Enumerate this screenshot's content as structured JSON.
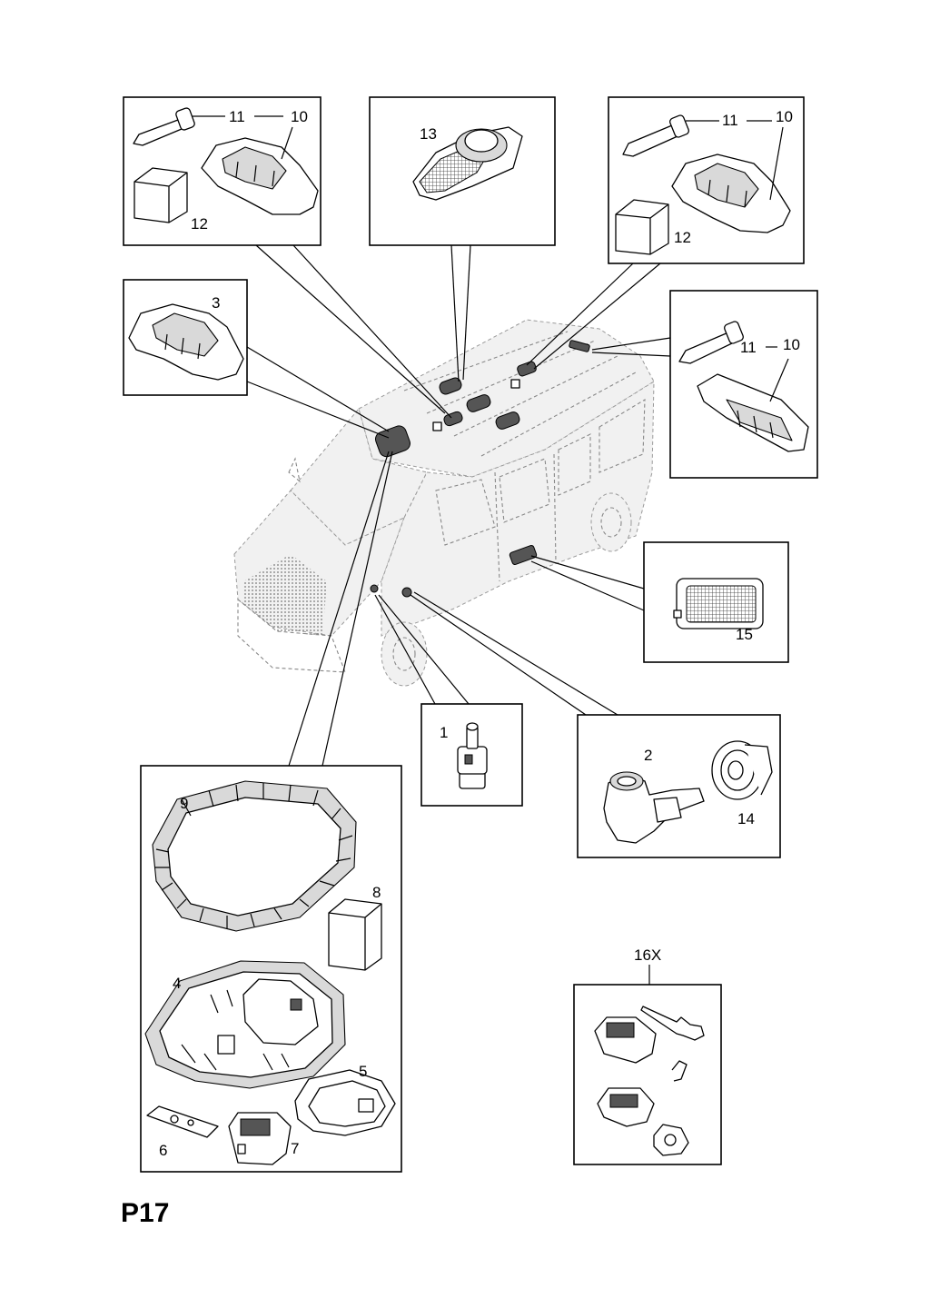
{
  "page_code": "P17",
  "callouts": {
    "c1": "1",
    "c2": "2",
    "c3": "3",
    "c4": "4",
    "c5": "5",
    "c6": "6",
    "c7": "7",
    "c8": "8",
    "c9": "9",
    "c10": "10",
    "c11": "11",
    "c12": "12",
    "c13": "13",
    "c14": "14",
    "c15": "15",
    "c16": "16X"
  },
  "colors": {
    "line": "#000000",
    "van_outline": "#888888",
    "background": "#ffffff"
  }
}
